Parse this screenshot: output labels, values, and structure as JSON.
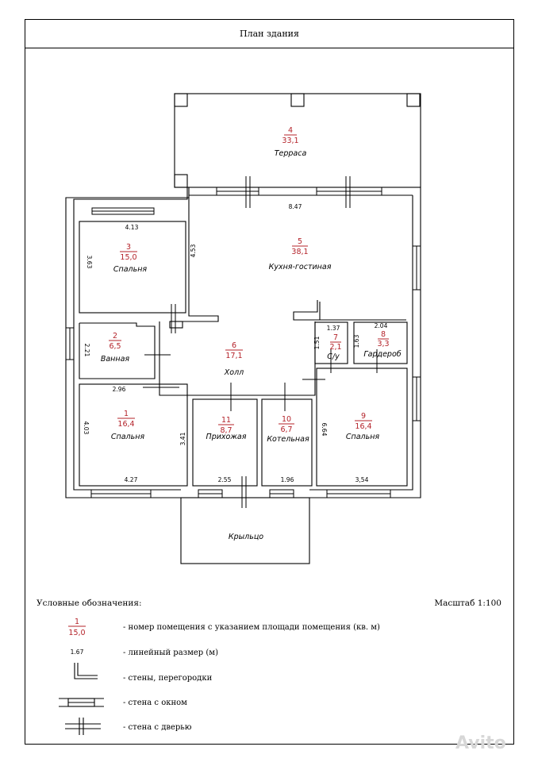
{
  "title": "План здания",
  "rooms": [
    {
      "id": "terrace",
      "num": "4",
      "area": "33,1",
      "name": "Терраса"
    },
    {
      "id": "kitchen",
      "num": "5",
      "area": "38,1",
      "name": "Кухня-гостиная"
    },
    {
      "id": "bed3",
      "num": "3",
      "area": "15,0",
      "name": "Спальня"
    },
    {
      "id": "bath",
      "num": "2",
      "area": "6,5",
      "name": "Ванная"
    },
    {
      "id": "hall",
      "num": "6",
      "area": "17,1",
      "name": "Холл"
    },
    {
      "id": "wc",
      "num": "7",
      "area": "2,1",
      "name": "С/у"
    },
    {
      "id": "wardrobe",
      "num": "8",
      "area": "3,3",
      "name": "Гардероб"
    },
    {
      "id": "bed1",
      "num": "1",
      "area": "16,4",
      "name": "Спальня"
    },
    {
      "id": "entry",
      "num": "11",
      "area": "8,7",
      "name": "Прихожая"
    },
    {
      "id": "boiler",
      "num": "10",
      "area": "6,7",
      "name": "Котельная"
    },
    {
      "id": "bed9",
      "num": "9",
      "area": "16,4",
      "name": "Спальня"
    }
  ],
  "porch": "Крыльцо",
  "dims": [
    "8.47",
    "4.13",
    "3.63",
    "4.53",
    "2.21",
    "1.37",
    "1.51",
    "2.04",
    "1.63",
    "2.96",
    "4.03",
    "3.41",
    "6.64",
    "4.27",
    "2.55",
    "1.96",
    "3,54"
  ],
  "legend": {
    "heading": "Условные обозначения:",
    "scale": "Масштаб 1:100",
    "sample_num": "1",
    "sample_area": "15,0",
    "sample_dim": "1.67",
    "items": [
      "- номер помещения с указанием площади помещения (кв. м)",
      "- линейный размер (м)",
      "- стены, перегородки",
      "- стена с окном",
      "- стена с дверью"
    ]
  },
  "watermark": "Avito"
}
